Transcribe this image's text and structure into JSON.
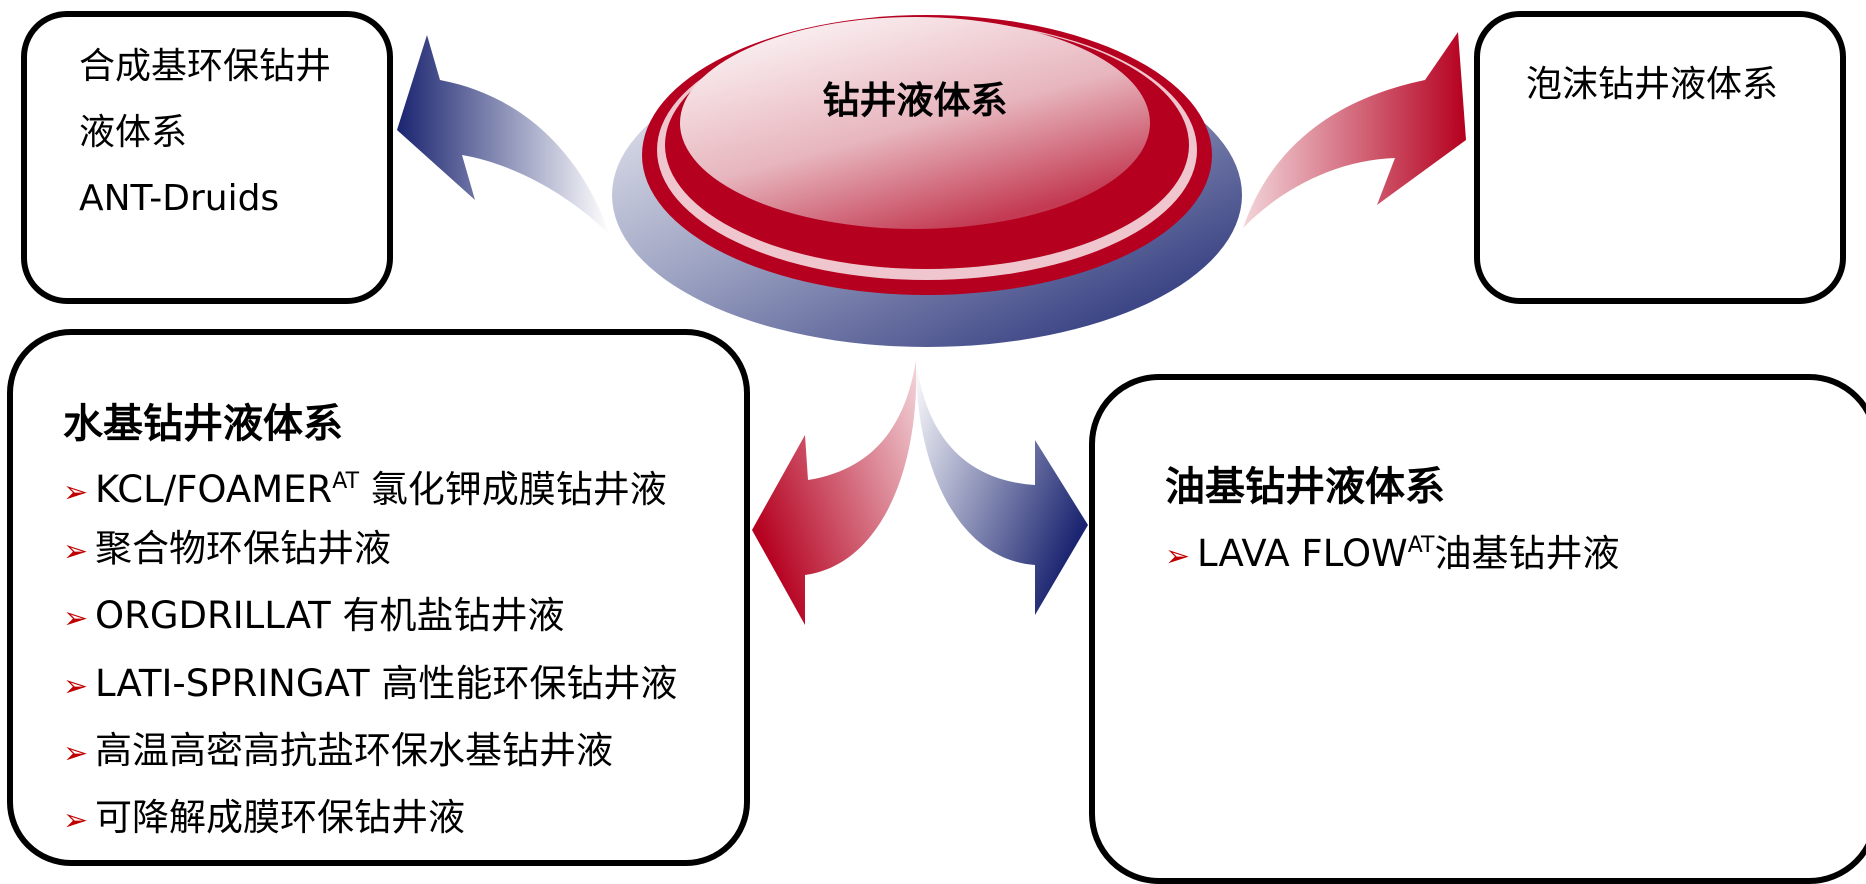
{
  "center": {
    "title": "钻井液体系"
  },
  "synthetic": {
    "line1": "合成基环保钻井",
    "line2": "液体系",
    "line3": "ANT-Druids"
  },
  "foam": {
    "title": "泡沫钻井液体系"
  },
  "water": {
    "heading": "水基钻井液体系",
    "items": [
      {
        "text": "KCL/FOAMER",
        "sup": "AT",
        "rest": " 氯化钾成膜钻井液"
      },
      {
        "text": "聚合物环保钻井液"
      },
      {
        "text": "ORGDRILLAT 有机盐钻井液"
      },
      {
        "text": "LATI-SPRINGAT 高性能环保钻井液"
      },
      {
        "text": "高温高密高抗盐环保水基钻井液"
      },
      {
        "text": "可降解成膜环保钻井液"
      }
    ]
  },
  "oil": {
    "heading": "油基钻井液体系",
    "items": [
      {
        "text": "LAVA FLOW",
        "sup": "AT",
        "rest": "油基钻井液"
      }
    ]
  },
  "bullet_glyph": "➢",
  "colors": {
    "red": "#b5001f",
    "navy": "#1a2470",
    "bullet": "#c00000"
  }
}
